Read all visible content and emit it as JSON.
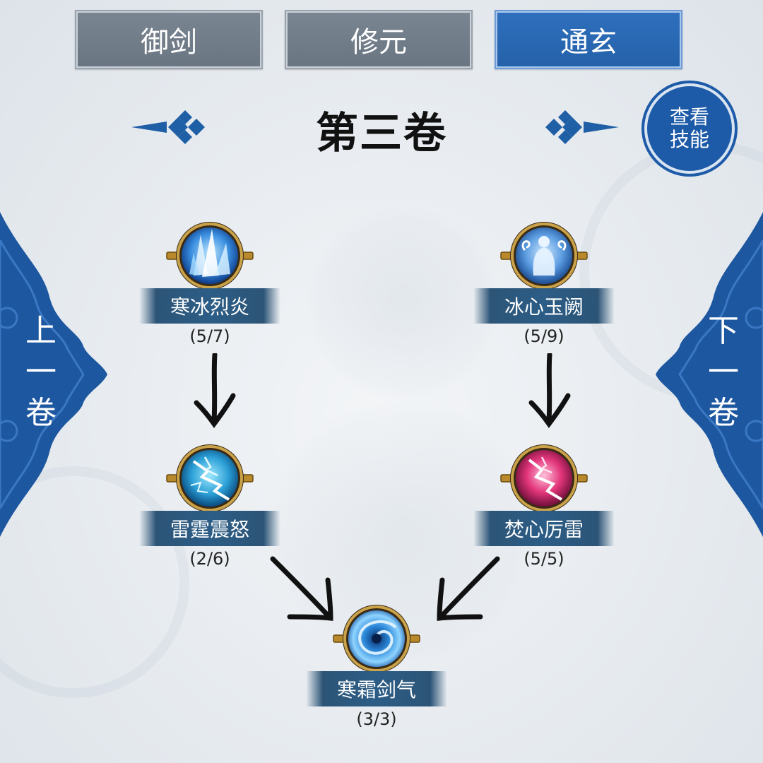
{
  "tabs": [
    {
      "label": "御剑",
      "active": false
    },
    {
      "label": "修元",
      "active": false
    },
    {
      "label": "通玄",
      "active": true
    }
  ],
  "volume_title": "第三卷",
  "view_skill_button": {
    "line1": "查看",
    "line2": "技能"
  },
  "prev_volume": {
    "char1": "上",
    "char2": "一",
    "char3": "卷"
  },
  "next_volume": {
    "char1": "下",
    "char2": "一",
    "char3": "卷"
  },
  "skills": {
    "hanbing": {
      "name": "寒冰烈炎",
      "level": "(5/7)",
      "icon": "ice-crystal-icon"
    },
    "bingxin": {
      "name": "冰心玉阙",
      "level": "(5/9)",
      "icon": "meditating-figure-icon"
    },
    "leiting": {
      "name": "雷霆震怒",
      "level": "(2/6)",
      "icon": "lightning-icon"
    },
    "fenxin": {
      "name": "焚心厉雷",
      "level": "(5/5)",
      "icon": "crimson-lightning-icon"
    },
    "hanshuang": {
      "name": "寒霜剑气",
      "level": "(3/3)",
      "icon": "frost-vortex-icon"
    }
  },
  "colors": {
    "tab_inactive": "#6e7986",
    "tab_active": "#2a68b4",
    "accent_blue": "#1d5aa8",
    "name_bar": "#2c5d86"
  }
}
